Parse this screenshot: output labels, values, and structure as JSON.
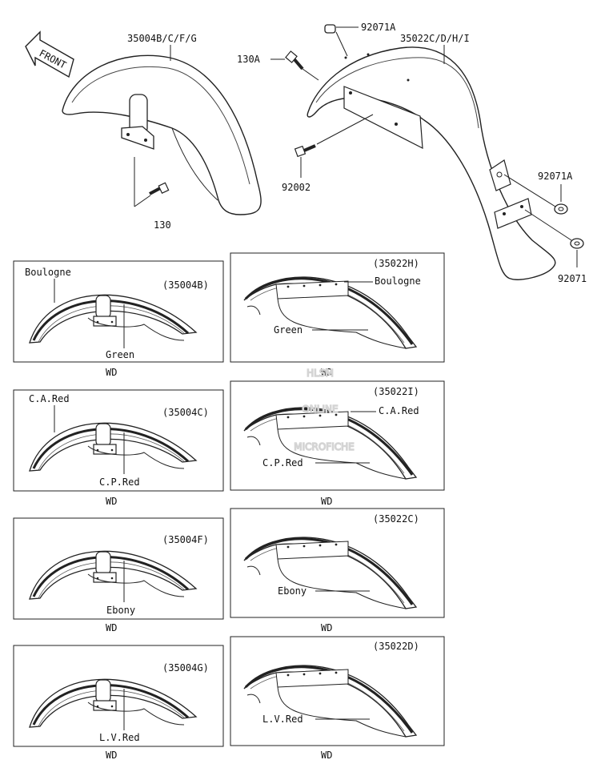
{
  "top": {
    "front_label": "FRONT",
    "front_fender_label": "35004B/C/F/G",
    "bolt_130": "130",
    "rear_fender_label": "35022C/D/H/I",
    "cap_92071A_top": "92071A",
    "bolt_130A": "130A",
    "bolt_92002": "92002",
    "cap_92071A_right": "92071A",
    "cap_92071": "92071"
  },
  "left_panels": [
    {
      "code": "(35004B)",
      "upper": "Boulogne",
      "lower": "Green",
      "suffix": "WD"
    },
    {
      "code": "(35004C)",
      "upper": "C.A.Red",
      "lower": "C.P.Red",
      "suffix": "WD"
    },
    {
      "code": "(35004F)",
      "upper": "",
      "lower": "Ebony",
      "suffix": "WD"
    },
    {
      "code": "(35004G)",
      "upper": "",
      "lower": "L.V.Red",
      "suffix": "WD"
    }
  ],
  "right_panels": [
    {
      "code": "(35022H)",
      "upper": "Boulogne",
      "lower": "Green",
      "suffix": "WD"
    },
    {
      "code": "(35022I)",
      "upper": "C.A.Red",
      "lower": "C.P.Red",
      "suffix": "WD"
    },
    {
      "code": "(35022C)",
      "upper": "",
      "lower": "Ebony",
      "suffix": "WD"
    },
    {
      "code": "(35022D)",
      "upper": "",
      "lower": "L.V.Red",
      "suffix": "WD"
    }
  ],
  "watermark": {
    "line1": "HLSM",
    "line2": "ONLINE",
    "line3": "MICROFICHE"
  }
}
